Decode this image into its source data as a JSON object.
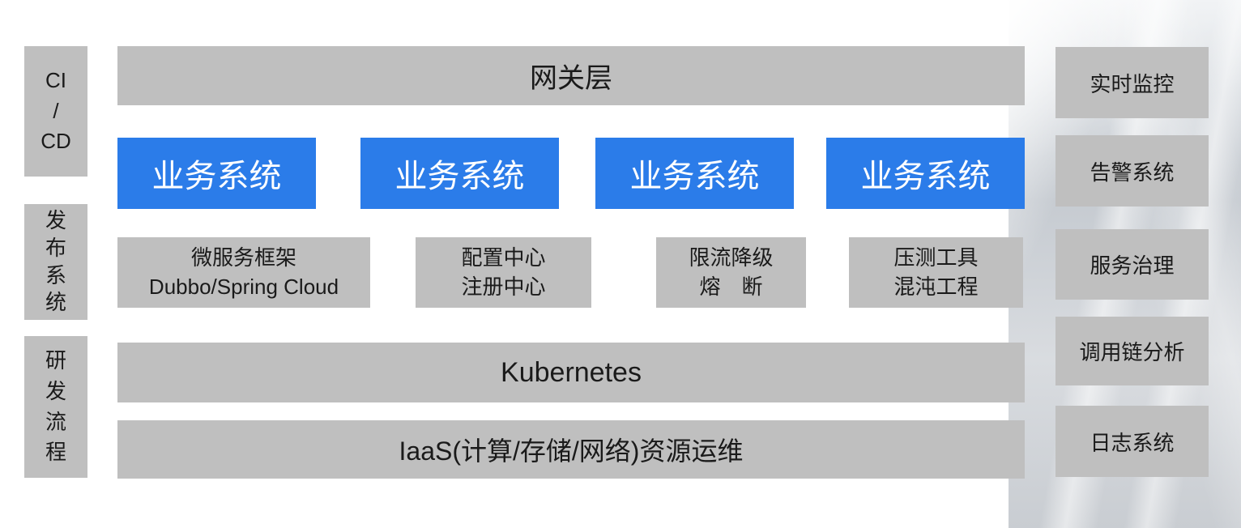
{
  "colors": {
    "box_gray": "#bfbfbf",
    "box_blue": "#2b7ce9",
    "text_dark": "#1a1a1a",
    "text_white": "#ffffff"
  },
  "left_rail": {
    "items": [
      {
        "id": "ci-cd",
        "lines": [
          "CI",
          "/",
          "CD"
        ]
      },
      {
        "id": "release-system",
        "lines": [
          "发",
          "布",
          "系",
          "统"
        ]
      },
      {
        "id": "dev-process",
        "lines": [
          "研",
          "发",
          "流",
          "程"
        ]
      }
    ]
  },
  "gateway": {
    "label": "网关层"
  },
  "business": {
    "items": [
      "业务系统",
      "业务系统",
      "业务系统",
      "业务系统"
    ]
  },
  "middleware": {
    "items": [
      {
        "lines": [
          "微服务框架",
          "Dubbo/Spring Cloud"
        ]
      },
      {
        "lines": [
          "配置中心",
          "注册中心"
        ]
      },
      {
        "lines": [
          "限流降级",
          "熔　断"
        ]
      },
      {
        "lines": [
          "压测工具",
          "混沌工程"
        ]
      }
    ]
  },
  "platform": {
    "kubernetes": "Kubernetes",
    "iaas": "IaaS(计算/存储/网络)资源运维"
  },
  "right_rail": {
    "items": [
      "实时监控",
      "告警系统",
      "服务治理",
      "调用链分析",
      "日志系统"
    ]
  }
}
